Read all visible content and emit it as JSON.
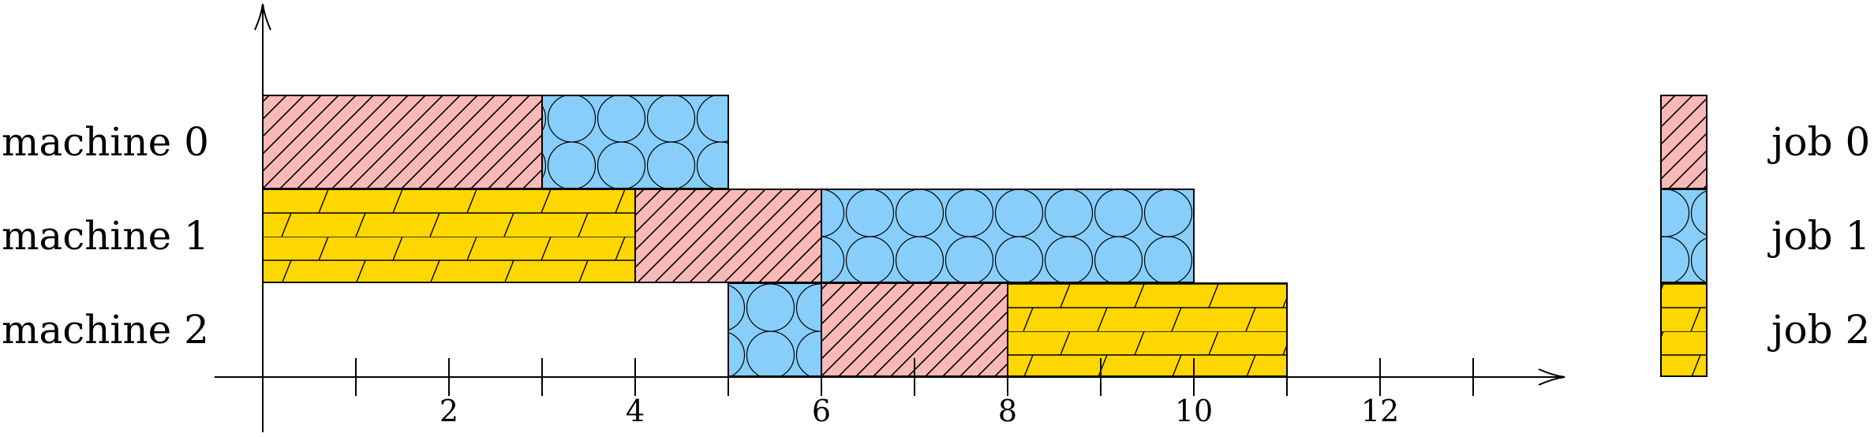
{
  "chart_data": {
    "type": "gantt",
    "title": "",
    "xlabel": "",
    "ylabel": "",
    "xlim": [
      0,
      14
    ],
    "x_tick_labels": [
      "2",
      "4",
      "6",
      "8",
      "10",
      "12"
    ],
    "x_tick_values": [
      2,
      4,
      6,
      8,
      10,
      12
    ],
    "x_minor_ticks": [
      1,
      3,
      5,
      7,
      9,
      11,
      13
    ],
    "machines": [
      "machine 0",
      "machine 1",
      "machine 2"
    ],
    "jobs": [
      {
        "name": "job 0",
        "color": "#F9B9B7",
        "pattern": "diagonal-lines"
      },
      {
        "name": "job 1",
        "color": "#87CEFA",
        "pattern": "circles"
      },
      {
        "name": "job 2",
        "color": "#FFD700",
        "pattern": "bricks"
      }
    ],
    "tasks": [
      {
        "machine": 0,
        "job": 0,
        "start": 0,
        "end": 3
      },
      {
        "machine": 0,
        "job": 1,
        "start": 3,
        "end": 5
      },
      {
        "machine": 1,
        "job": 2,
        "start": 0,
        "end": 4
      },
      {
        "machine": 1,
        "job": 0,
        "start": 4,
        "end": 6
      },
      {
        "machine": 1,
        "job": 1,
        "start": 6,
        "end": 10
      },
      {
        "machine": 2,
        "job": 1,
        "start": 5,
        "end": 6
      },
      {
        "machine": 2,
        "job": 0,
        "start": 6,
        "end": 8
      },
      {
        "machine": 2,
        "job": 2,
        "start": 8,
        "end": 11
      }
    ],
    "legend_position": "right"
  }
}
